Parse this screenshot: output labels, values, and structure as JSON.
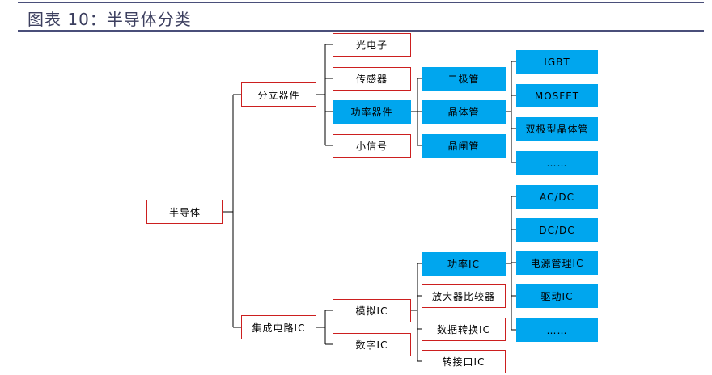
{
  "title": {
    "figure_no": "图表 10：",
    "text": "半导体分类"
  },
  "nodes": {
    "root": "半导体",
    "discrete": "分立器件",
    "ic": "集成电路IC",
    "optoelectronics": "光电子",
    "sensor": "传感器",
    "power_device": "功率器件",
    "small_signal": "小信号",
    "diode": "二极管",
    "transistor": "晶体管",
    "thyristor": "晶闸管",
    "igbt": "IGBT",
    "mosfet": "MOSFET",
    "bjt": "双极型晶体管",
    "discrete_more": "……",
    "analog_ic": "模拟IC",
    "digital_ic": "数字IC",
    "power_ic": "功率IC",
    "amplifier": "放大器比较器",
    "data_converter": "数据转换IC",
    "interface_ic": "转接口IC",
    "acdc": "AC/DC",
    "dcdc": "DC/DC",
    "pmic": "电源管理IC",
    "driver_ic": "驱动IC",
    "power_more": "……"
  },
  "colors": {
    "border_red": "#cc1f1f",
    "fill_blue": "#00a6ee",
    "title": "#3c3f5f"
  }
}
